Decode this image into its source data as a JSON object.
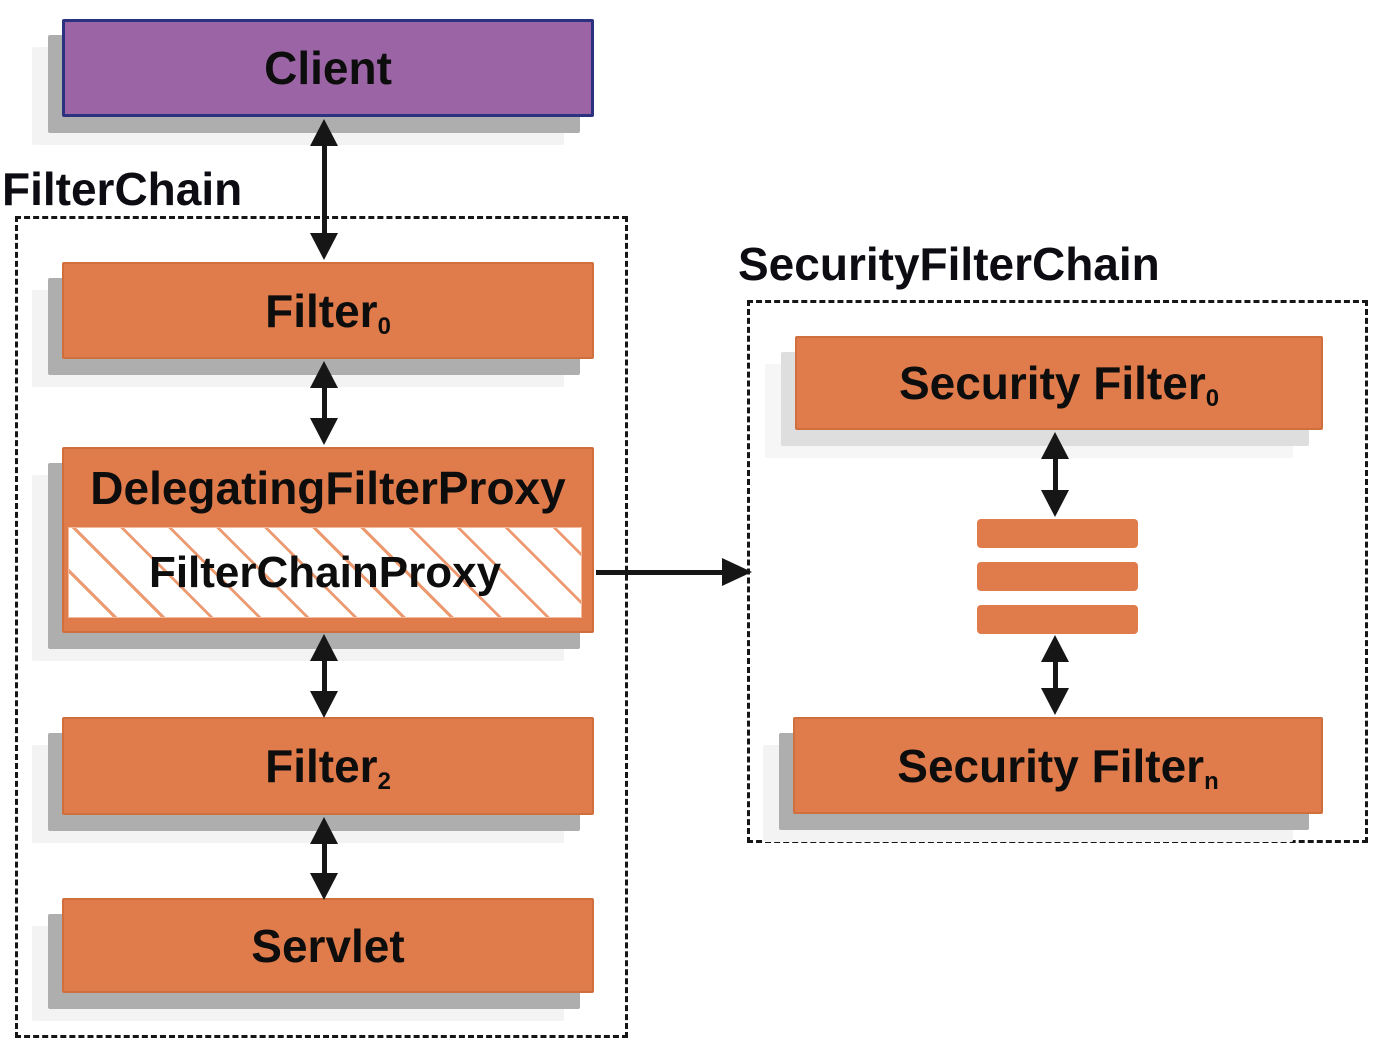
{
  "diagram": {
    "client": {
      "label": "Client"
    },
    "filter_chain": {
      "title": "FilterChain",
      "filter0": {
        "label": "Filter",
        "subscript": "0"
      },
      "delegating_filter_proxy": {
        "label": "DelegatingFilterProxy"
      },
      "filter_chain_proxy": {
        "label": "FilterChainProxy"
      },
      "filter2": {
        "label": "Filter",
        "subscript": "2"
      },
      "servlet": {
        "label": "Servlet"
      }
    },
    "security_filter_chain": {
      "title": "SecurityFilterChain",
      "security_filter0": {
        "label": "Security Filter",
        "subscript": "0"
      },
      "security_filtern": {
        "label": "Security Filter",
        "subscript": "n"
      },
      "ellipsis_bar_count": 3
    },
    "colors": {
      "box_orange": "#e07c4b",
      "client_purple": "#9b64a5",
      "client_border_blue": "#2b3280",
      "arrow_black": "#161616",
      "shadow_gray": "#aeaeae",
      "hatch_orange": "#ec9a6f"
    }
  }
}
